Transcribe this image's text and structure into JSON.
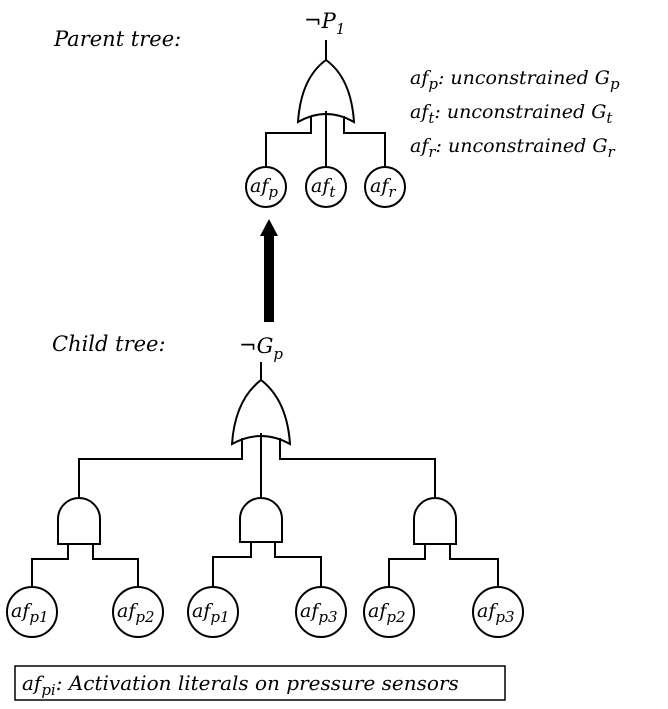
{
  "parent": {
    "title": "Parent tree:",
    "root": {
      "base": "¬P",
      "sub": "1"
    },
    "leaves": [
      {
        "base": "af",
        "sub": "p"
      },
      {
        "base": "af",
        "sub": "t"
      },
      {
        "base": "af",
        "sub": "r"
      }
    ],
    "defs": [
      {
        "base": "af",
        "sub": "p",
        "text": ": unconstrained G",
        "tsub": "p"
      },
      {
        "base": "af",
        "sub": "t",
        "text": ":  unconstrained G",
        "tsub": "t"
      },
      {
        "base": "af",
        "sub": "r",
        "text": ":  unconstrained G",
        "tsub": "r"
      }
    ]
  },
  "child": {
    "title": "Child tree:",
    "root": {
      "base": "¬G",
      "sub": "p"
    },
    "leaves": [
      {
        "base": "af",
        "sub": "p1"
      },
      {
        "base": "af",
        "sub": "p2"
      },
      {
        "base": "af",
        "sub": "p1"
      },
      {
        "base": "af",
        "sub": "p3"
      },
      {
        "base": "af",
        "sub": "p2"
      },
      {
        "base": "af",
        "sub": "p3"
      }
    ]
  },
  "legend": {
    "base": "af",
    "sub": "pi",
    "text": ": Activation literals on pressure sensors"
  },
  "colors": {
    "line": "#000000",
    "background": "#ffffff"
  }
}
